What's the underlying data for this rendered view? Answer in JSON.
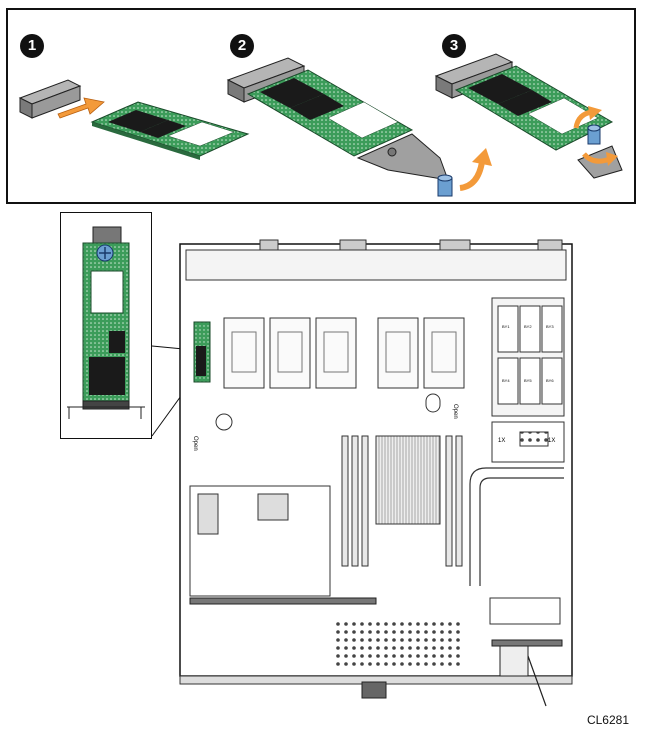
{
  "steps": [
    {
      "label": "1"
    },
    {
      "label": "2"
    },
    {
      "label": "3"
    }
  ],
  "labels": {
    "open_left": "Open",
    "open_right": "Open",
    "bay_left": "1X",
    "bay_right": "1X"
  },
  "drive_labels": [
    "BY1",
    "BY2",
    "BY3",
    "BY4",
    "BY5",
    "BY6"
  ],
  "caption": "CL6281",
  "colors": {
    "pcb_green": "#3c9c5a",
    "chip_black": "#1a1a1a",
    "connector_gray": "#8a8a8a",
    "arrow_orange": "#f39a3a",
    "standoff_blue": "#6b9fd1"
  }
}
